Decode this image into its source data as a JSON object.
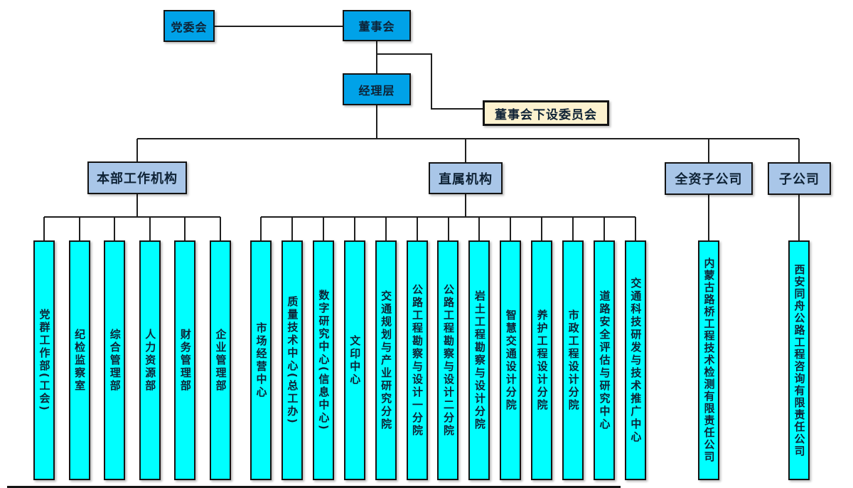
{
  "chart": {
    "type": "org-chart",
    "top": {
      "party_committee": "党委会",
      "board": "董事会",
      "management": "经理层",
      "board_committees": "董事会下设委员会"
    },
    "level2": {
      "hq_orgs": "本部工作机构",
      "direct_orgs": "直属机构",
      "wholly_owned": "全资子公司",
      "subsidiary": "子公司"
    },
    "hq_departments": [
      "党群工作部(工会)",
      "纪检监察室",
      "综合管理部",
      "人力资源部",
      "财务管理部",
      "企业管理部"
    ],
    "direct_departments": [
      "市场经营中心",
      "质量技术中心(总工办)",
      "数字研究中心(信息中心)",
      "文印中心",
      "交通规划与产业研究分院",
      "公路工程勘察与设计一分院",
      "公路工程勘察与设计二分院",
      "岩土工程勘察与设计分院",
      "智慧交通设计分院",
      "养护工程设计分院",
      "市政工程设计分院",
      "道路安全评估与研究中心",
      "交通科技研发与技术推广中心"
    ],
    "wholly_owned_companies": [
      "内蒙古路桥工程技术检测有限责任公司"
    ],
    "subsidiaries": [
      "西安同舟公路工程咨询有限责任公司"
    ],
    "colors": {
      "primary_blue": "#00a2e8",
      "light_blue": "#a9c6e8",
      "cream": "#fdf2cf",
      "cyan": "#00ffff",
      "line": "#1f1f1f",
      "text": "#0e2235"
    }
  }
}
